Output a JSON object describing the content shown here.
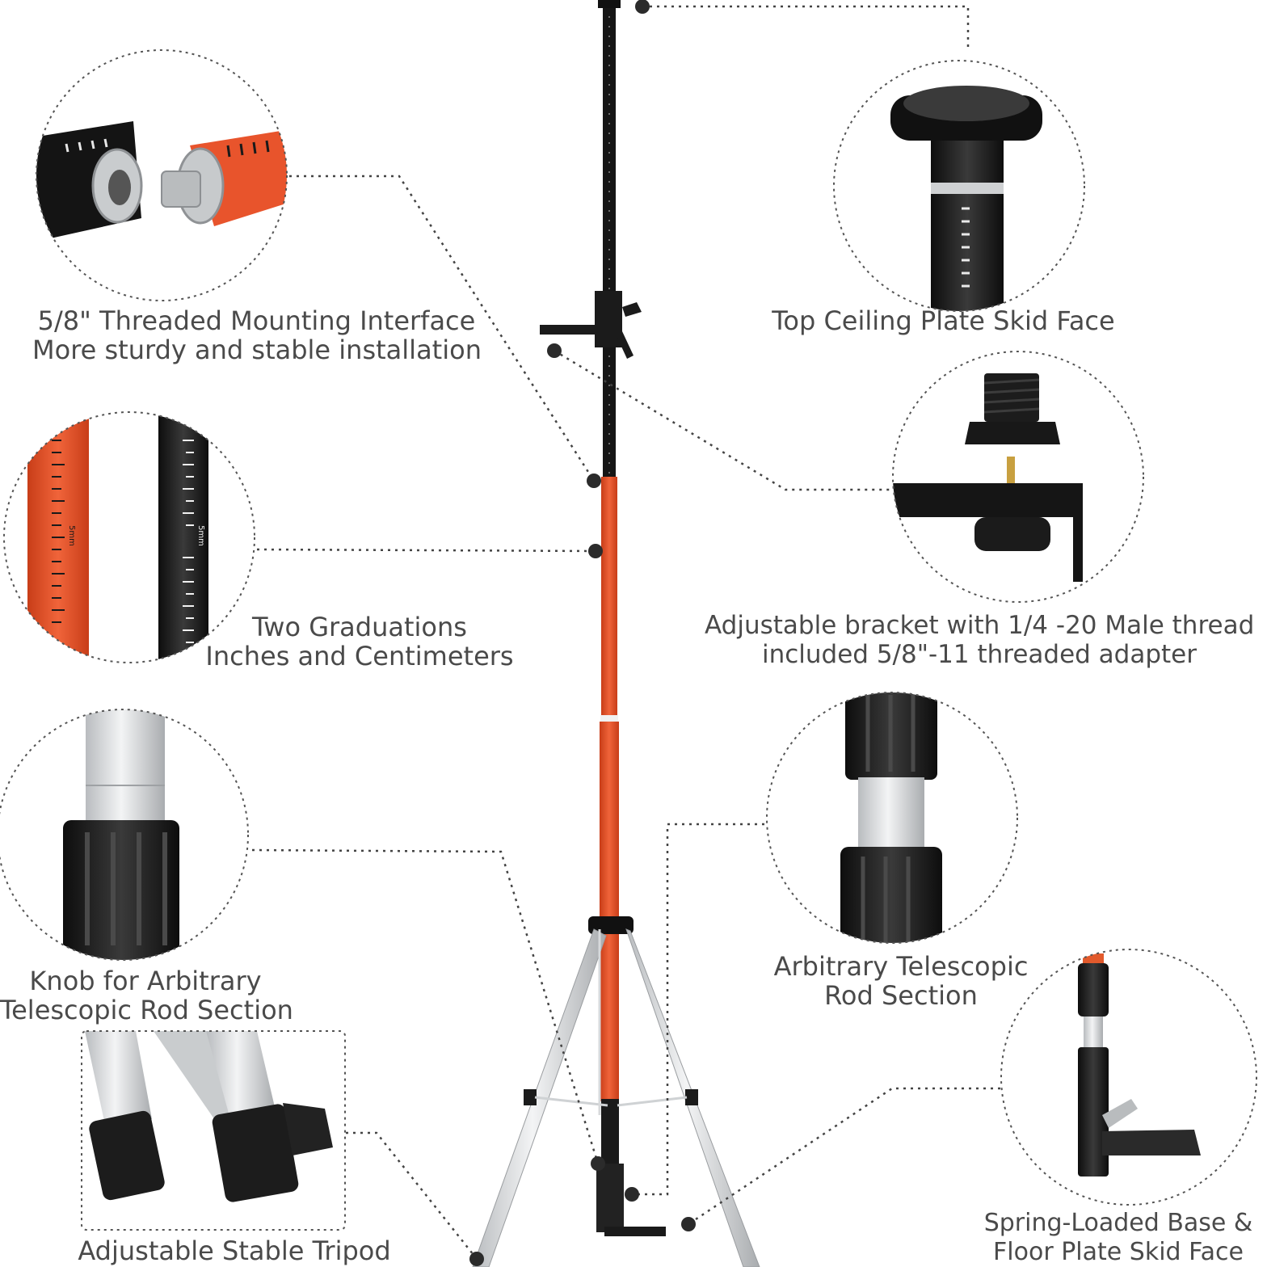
{
  "callouts": {
    "threaded_interface": {
      "line1": "5/8\" Threaded Mounting Interface",
      "line2": "More sturdy and stable installation"
    },
    "top_ceiling_plate": {
      "line1": "Top Ceiling Plate Skid Face"
    },
    "graduations": {
      "line1": "Two Graduations",
      "line2": "Inches and Centimeters"
    },
    "bracket": {
      "line1": "Adjustable bracket with 1/4 -20 Male thread",
      "line2": "included 5/8\"-11 threaded adapter"
    },
    "knob": {
      "line1": "Knob for Arbitrary",
      "line2": "Telescopic Rod Section"
    },
    "telescopic_section": {
      "line1": "Arbitrary Telescopic",
      "line2": "Rod Section"
    },
    "tripod": {
      "line1": "Adjustable Stable Tripod"
    },
    "spring_base": {
      "line1": "Spring-Loaded Base &",
      "line2": "Floor Plate Skid Face"
    }
  },
  "scale_marks": {
    "orange_rule": "5mm",
    "black_rule": "5mm"
  },
  "colors": {
    "rod_orange": "#e8502a",
    "rod_black": "#1a1a1a",
    "aluminum": "#d6d8da",
    "callout_line": "#444444",
    "label_text": "#4a4a4a"
  }
}
